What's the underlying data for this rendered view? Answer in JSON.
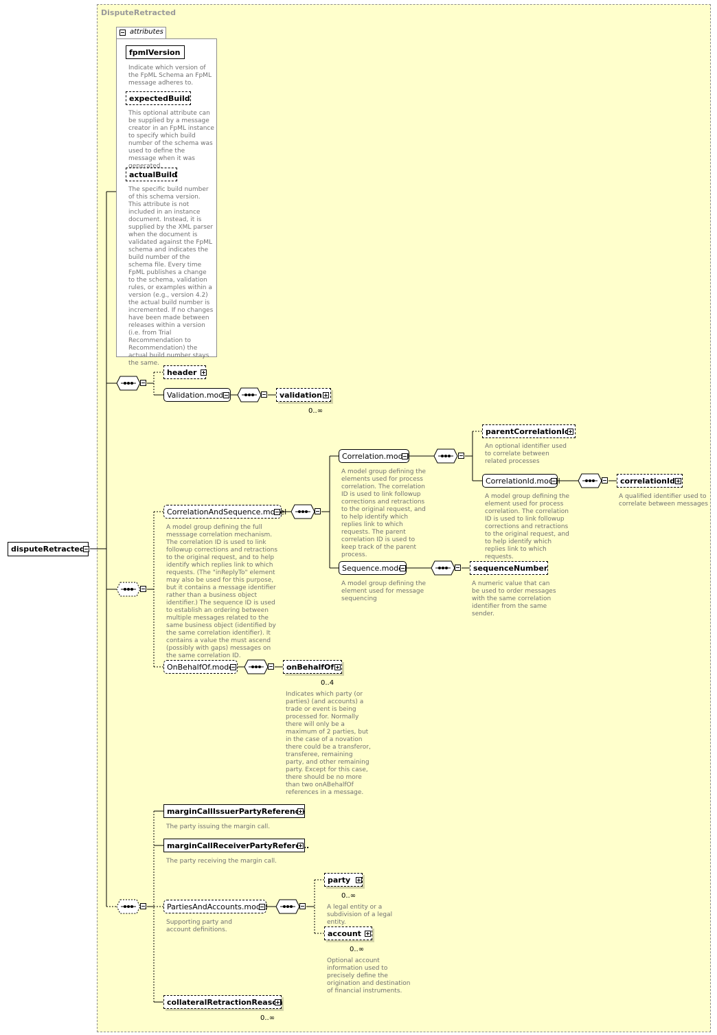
{
  "diagram": {
    "frame_title": "DisputeRetracted",
    "attributes_tab": "attributes",
    "attributes": [
      {
        "name": "fpmlVersion",
        "desc": "Indicate which version of the FpML Schema an FpML message adheres to."
      },
      {
        "name": "expectedBuild",
        "desc": "This optional attribute can be supplied by a message creator in an FpML instance to specify which build number of the schema was used to define the message when it was generated."
      },
      {
        "name": "actualBuild",
        "desc": "The specific build number of this schema version. This attribute is not included in an instance document. Instead, it is supplied by the XML parser when the document is validated against the FpML schema and indicates the build number of the schema file. Every time FpML publishes a change to the schema, validation rules, or examples within a version (e.g., version 4.2) the actual build number is incremented. If no changes have been made between releases within a version (i.e. from Trial Recommendation to Recommendation) the actual build number stays the same."
      }
    ],
    "root": "disputeRetracted",
    "header": "header",
    "validation_model": "Validation.model",
    "validation": "validation",
    "validation_occ": "0..∞",
    "cas_model": "CorrelationAndSequence.model",
    "cas_desc": "A model group defining the full messsage correlation mechanism. The correlation ID is used to link followup corrections and retractions to the original request, and to help identify which replies link to which requests. (The \"inReplyTo\" element may also be used for this purpose, but it contains a message identifier rather than a business object identifier.) The sequence ID is used to establish an ordering between multiple messages related to the same business object (identified by the same correlation identifier). It contains a value the must ascend (possibly with gaps) messages on the same correlation ID.",
    "correlation_model": "Correlation.model",
    "correlation_desc": "A model group defining the elements used for process correlation. The correlation ID is used to link followup corrections and retractions to the original request, and to help identify which replies link to which requests. The parent correlation ID is used to keep track of the parent process.",
    "parent_correlation_id": "parentCorrelationId",
    "parent_correlation_desc": "An optional identifier used to correlate between related processes",
    "correlation_id_model": "CorrelationId.model",
    "correlation_id_model_desc": "A model group defining the element used for process correlation. The correlation ID is used to link followup corrections and retractions to the original request, and to help identify which replies link to which requests.",
    "correlation_id": "correlationId",
    "correlation_id_desc": "A qualified identifier used to correlate between messages",
    "sequence_model": "Sequence.model",
    "sequence_model_desc": "A model group defining the element used for message sequencing",
    "sequence_number": "sequenceNumber",
    "sequence_number_desc": "A numeric value that can be used to order messages with the same correlation identifier from the same sender.",
    "on_behalf_of_model": "OnBehalfOf.model",
    "on_behalf_of": "onBehalfOf",
    "on_behalf_of_occ": "0..4",
    "on_behalf_of_desc": "Indicates which party (or parties) (and accounts) a trade or event is being processed for. Normally there will only be a maximum of 2 parties, but in the case of a novation there could be a transferor, transferee, remaining party, and other remaining party. Except for this case, there should be no more than two onABehalfOf references in a message.",
    "issuer_ref": "marginCallIssuerPartyReference",
    "issuer_ref_desc": "The party issuing the margin call.",
    "receiver_ref": "marginCallReceiverPartyRefere...",
    "receiver_ref_desc": "The party receiving the margin call.",
    "pa_model": "PartiesAndAccounts.model",
    "pa_model_desc": "Supporting party and account definitions.",
    "party": "party",
    "party_occ": "0..∞",
    "party_desc": "A legal entity or a subdivision of a legal entity.",
    "account": "account",
    "account_occ": "0..∞",
    "account_desc": "Optional account information used to precisely define the origination and destination of financial instruments.",
    "reason": "collateralRetractionReason",
    "reason_occ": "0..∞"
  }
}
